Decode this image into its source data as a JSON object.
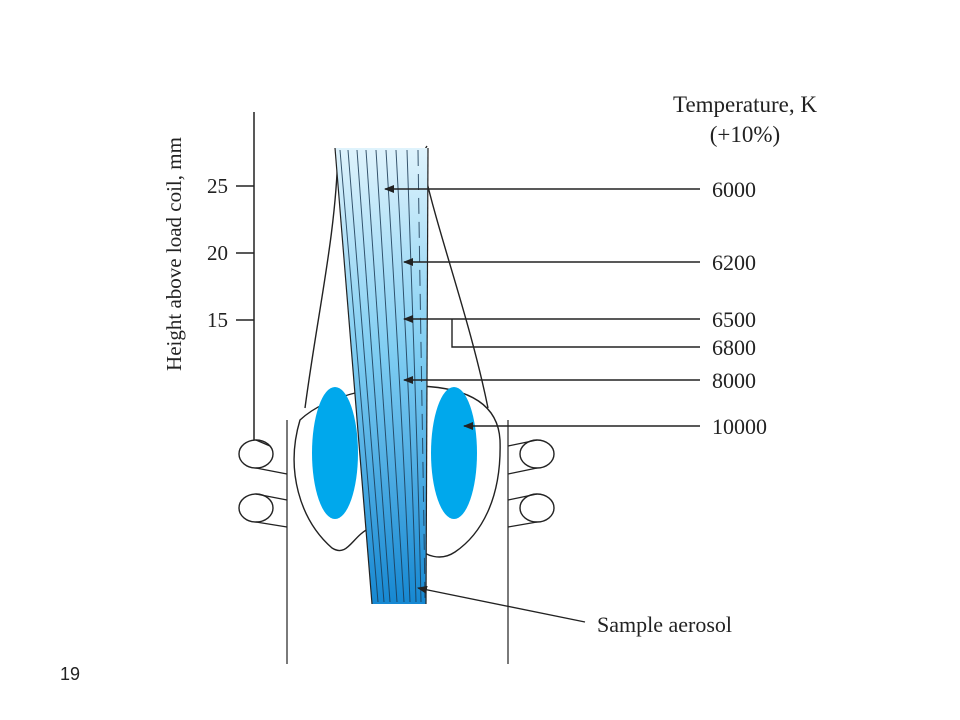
{
  "slide": {
    "page_number": "19"
  },
  "figure": {
    "y_axis_label": "Height above load coil, mm",
    "y_ticks": [
      "25",
      "20",
      "15"
    ],
    "legend_title_line1": "Temperature, K",
    "legend_title_line2": "(+10%)",
    "temperature_labels": [
      "6000",
      "6200",
      "6500",
      "6800",
      "8000",
      "10000"
    ],
    "sample_label": "Sample aerosol",
    "colors": {
      "plasma_core": "#00a8ec",
      "channel_top": "#d8f0fb",
      "channel_bottom": "#1a8fd6",
      "line": "#222222"
    }
  }
}
